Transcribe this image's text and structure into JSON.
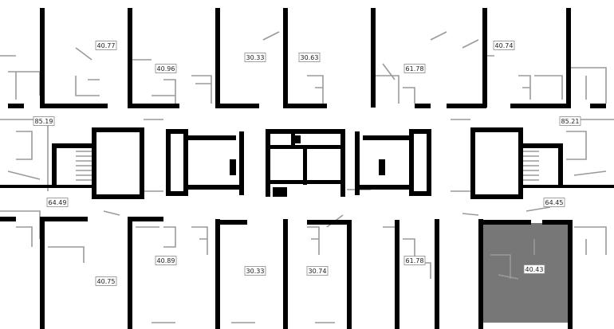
{
  "plan": {
    "highlight_color": "#777777",
    "apartments": [
      {
        "id": "a1",
        "area": "40.77",
        "selected": false
      },
      {
        "id": "a2",
        "area": "40.96",
        "selected": false
      },
      {
        "id": "a3",
        "area": "30.33",
        "selected": false
      },
      {
        "id": "a4",
        "area": "30.63",
        "selected": false
      },
      {
        "id": "a5",
        "area": "61.78",
        "selected": false
      },
      {
        "id": "a6",
        "area": "40.74",
        "selected": false
      },
      {
        "id": "a7",
        "area": "85.19",
        "selected": false
      },
      {
        "id": "a8",
        "area": "85.21",
        "selected": false
      },
      {
        "id": "a9",
        "area": "64.49",
        "selected": false
      },
      {
        "id": "a10",
        "area": "64.45",
        "selected": false
      },
      {
        "id": "a11",
        "area": "40.89",
        "selected": false
      },
      {
        "id": "a12",
        "area": "30.33",
        "selected": false
      },
      {
        "id": "a13",
        "area": "30.74",
        "selected": false
      },
      {
        "id": "a14",
        "area": "61.78",
        "selected": false
      },
      {
        "id": "a15",
        "area": "40.75",
        "selected": false
      },
      {
        "id": "a16",
        "area": "40.43",
        "selected": true
      }
    ]
  }
}
